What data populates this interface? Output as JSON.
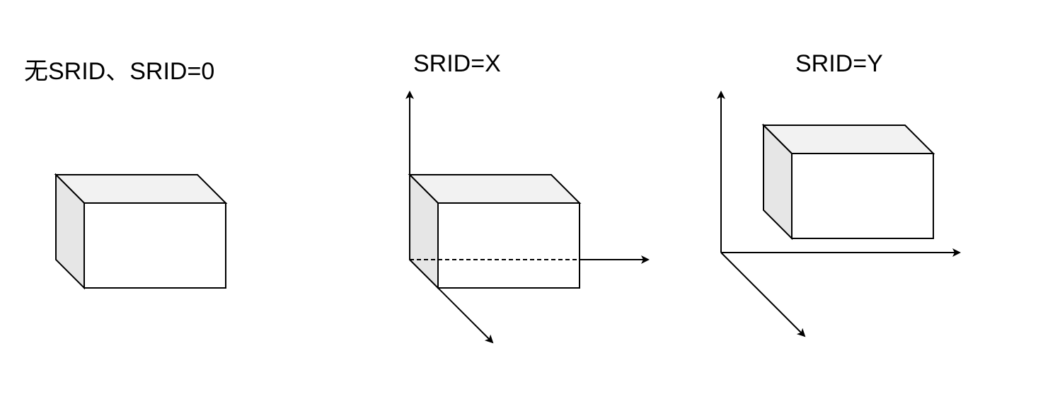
{
  "panels": [
    {
      "title": "无SRID、SRID=0"
    },
    {
      "title": "SRID=X"
    },
    {
      "title": "SRID=Y"
    }
  ],
  "colors": {
    "top_face": "#f2f2f2",
    "side_face": "#e6e6e6",
    "front_face": "#ffffff",
    "stroke": "#000000"
  }
}
